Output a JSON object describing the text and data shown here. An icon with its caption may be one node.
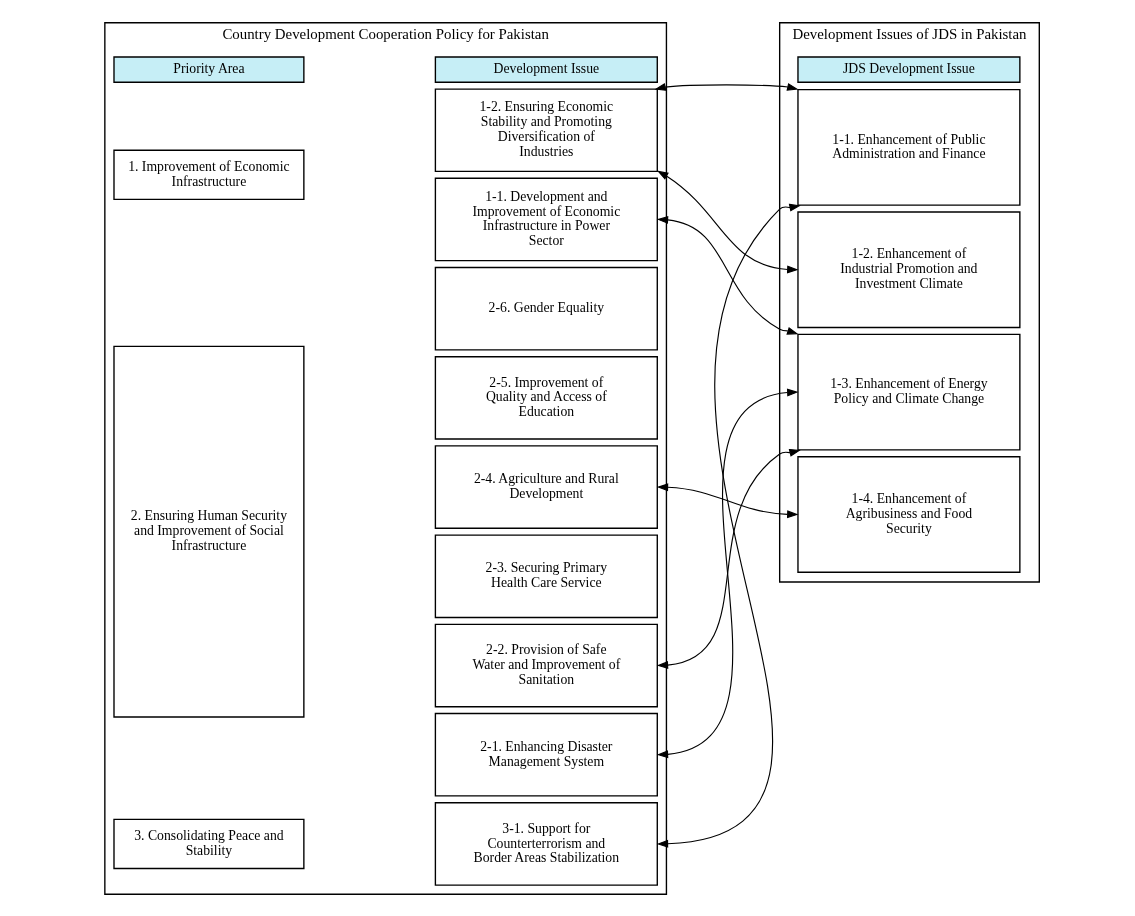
{
  "diagram": {
    "nodes": [
      {
        "text": [
          "Country Development Cooperation Policy for Pakistan"
        ]
      },
      {
        "text": [
          "1. Improvement of Economic Infrastructure"
        ],
        "in": 0
      },
      {
        "text": [
          "1-1. Development and Improvement of Economic Infrastructure in Power Sector"
        ],
        "in": 0
      },
      {
        "text": [
          "1-2. Ensuring Economic Stability and Promoting Diversification of Industries"
        ],
        "in": 0
      },
      {
        "text": [
          "2. Ensuring Human Security and Improvement of Social Infrastructure"
        ],
        "in": 0
      },
      {
        "text": [
          "2-1. Enhancing Disaster Management System"
        ],
        "in": 0
      },
      {
        "text": [
          "2-2. Provision of Safe Water and Improvement of Sanitation"
        ],
        "in": 0
      },
      {
        "text": [
          "2-3. Securing Primary Health Care Service"
        ],
        "in": 0
      },
      {
        "text": [
          "2-4. Agriculture and Rural Development"
        ],
        "in": 0
      },
      {
        "text": [
          "2-5. Improvement of Quality and Access of Education"
        ],
        "in": 0
      },
      {
        "text": [
          "2-6. Gender Equality"
        ],
        "in": 0
      },
      {
        "text": [
          "3. Consolidating Peace and Stability"
        ],
        "in": 0
      },
      {
        "text": [
          "3-1. Support for Counterterrorism and Border Areas Stabilization"
        ],
        "in": 0
      },
      {
        "text": [
          "Development Issues of JDS in Pakistan"
        ]
      },
      {
        "text": [
          "1-1. Enhancement of Public Administration and Finance"
        ],
        "in": 13
      },
      {
        "text": [
          "1-2. Enhancement of Industrial Promotion and Investment Climate"
        ],
        "in": 13
      },
      {
        "text": [
          "1-3. Enhancement of Energy Policy and Climate Change"
        ],
        "in": 13
      },
      {
        "text": [
          "1-4. Enhancement of Agribusiness and Food Security"
        ],
        "in": 13
      }
    ],
    "edges": [
      {
        "from": 2,
        "to": 16,
        "arrow": "both"
      },
      {
        "from": 3,
        "to": 14,
        "arrow": "both"
      },
      {
        "from": 3,
        "to": 15,
        "arrow": "both"
      },
      {
        "from": 5,
        "to": 16,
        "arrow": "both"
      },
      {
        "from": 6,
        "to": 16,
        "arrow": "both"
      },
      {
        "from": 8,
        "to": 17,
        "arrow": "both"
      },
      {
        "from": 12,
        "to": 14,
        "arrow": "both"
      }
    ],
    "labels": [
      "Priority Area",
      "Development Issue",
      "JDS Development Issue"
    ]
  }
}
